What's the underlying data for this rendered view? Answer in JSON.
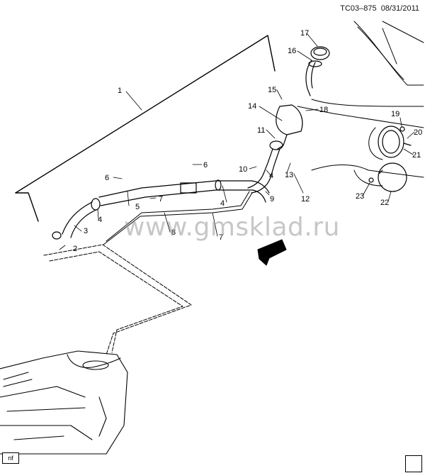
{
  "header": {
    "code": "TC03–875",
    "date": "08/31/2011"
  },
  "watermark": "www.gmsklad.ru",
  "corner_label": "nf",
  "direction_label": "FRT",
  "callouts": [
    {
      "id": "c1",
      "n": "1"
    },
    {
      "id": "c2",
      "n": "2"
    },
    {
      "id": "c3",
      "n": "3"
    },
    {
      "id": "c4a",
      "n": "4"
    },
    {
      "id": "c4b",
      "n": "4"
    },
    {
      "id": "c4c",
      "n": "4"
    },
    {
      "id": "c5",
      "n": "5"
    },
    {
      "id": "c6a",
      "n": "6"
    },
    {
      "id": "c6b",
      "n": "6"
    },
    {
      "id": "c7a",
      "n": "7"
    },
    {
      "id": "c7b",
      "n": "7"
    },
    {
      "id": "c8",
      "n": "8"
    },
    {
      "id": "c9",
      "n": "9"
    },
    {
      "id": "c10",
      "n": "10"
    },
    {
      "id": "c11",
      "n": "11"
    },
    {
      "id": "c12",
      "n": "12"
    },
    {
      "id": "c13",
      "n": "13"
    },
    {
      "id": "c14",
      "n": "14"
    },
    {
      "id": "c15",
      "n": "15"
    },
    {
      "id": "c16",
      "n": "16"
    },
    {
      "id": "c17",
      "n": "17"
    },
    {
      "id": "c18",
      "n": "18"
    },
    {
      "id": "c19",
      "n": "19"
    },
    {
      "id": "c20",
      "n": "20"
    },
    {
      "id": "c21",
      "n": "21"
    },
    {
      "id": "c22",
      "n": "22"
    },
    {
      "id": "c23",
      "n": "23"
    }
  ]
}
